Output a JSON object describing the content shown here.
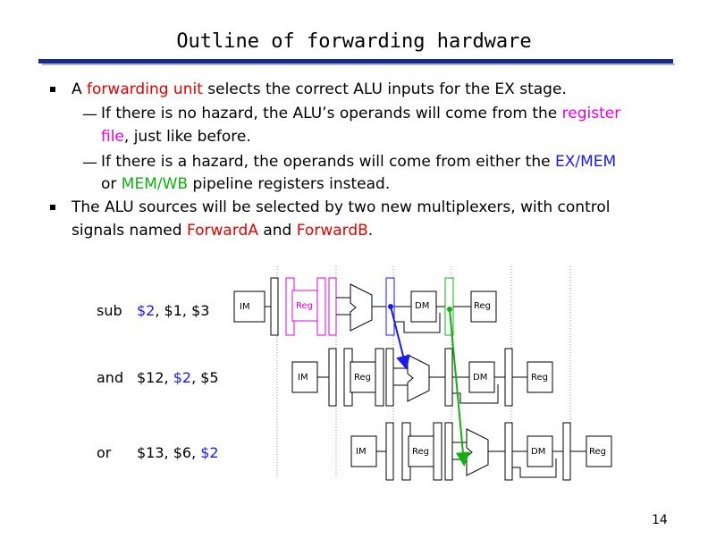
{
  "title": "Outline of forwarding hardware",
  "bullets": {
    "b1_pre": "A ",
    "b1_hl": "forwarding unit",
    "b1_post": " selects the correct ALU inputs for the EX stage.",
    "s1_pre": "If there is no hazard, the ALU’s operands will come from the ",
    "s1_hl_a": "register",
    "s1_hl_b": "file",
    "s1_post": ", just like before.",
    "s2_pre": "If there is a hazard, the operands will come from either the ",
    "s2_hl1": "EX/MEM",
    "s2_or": "or ",
    "s2_hl2": "MEM/WB",
    "s2_post": " pipeline registers instead.",
    "b2_line1": "The ALU sources will be selected by two new multiplexers, with control",
    "b2_pre": "signals named ",
    "b2_hl1": "ForwardA",
    "b2_and": " and ",
    "b2_hl2": "ForwardB",
    "b2_end": "."
  },
  "instructions": [
    {
      "op": "sub",
      "args": [
        {
          "t": "$2",
          "c": "blue"
        },
        {
          "t": ", $1, $3",
          "c": "black"
        }
      ]
    },
    {
      "op": "and",
      "args": [
        {
          "t": "$12, ",
          "c": "black"
        },
        {
          "t": "$2",
          "c": "blue"
        },
        {
          "t": ", $5",
          "c": "black"
        }
      ]
    },
    {
      "op": "or",
      "args": [
        {
          "t": "$13, $6, ",
          "c": "black"
        },
        {
          "t": "$2",
          "c": "blue"
        }
      ]
    }
  ],
  "stage_labels": {
    "im": "IM",
    "reg": "Reg",
    "dm": "DM"
  },
  "colors": {
    "title_rule": "#1a2a8c",
    "pink": "#e000e0",
    "red": "#e00000",
    "blue": "#1a1af0",
    "green": "#10b010"
  },
  "page_number": "14"
}
